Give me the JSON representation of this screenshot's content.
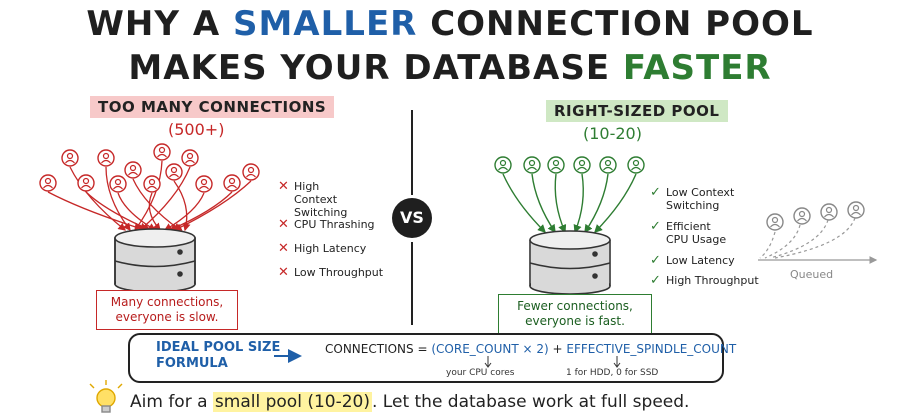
{
  "title": {
    "line1_prefix": "WHY A ",
    "line1_accent": "SMALLER",
    "line1_suffix": " CONNECTION POOL",
    "line2_prefix": "MAKES YOUR DATABASE ",
    "line2_accent": "FASTER"
  },
  "left": {
    "banner": "TOO MANY CONNECTIONS",
    "count": "(500+)",
    "problems": [
      "High Context Switching",
      "CPU Thrashing",
      "High Latency",
      "Low Throughput"
    ],
    "caption_line1": "Many connections,",
    "caption_line2": "everyone is slow."
  },
  "vs": "VS",
  "right": {
    "banner": "RIGHT-SIZED POOL",
    "count": "(10-20)",
    "benefits": [
      "Low Context Switching",
      "Efficient CPU Usage",
      "Low Latency",
      "High Throughput"
    ],
    "caption_line1": "Fewer connections,",
    "caption_line2": "everyone is fast.",
    "queued_label": "Queued"
  },
  "formula": {
    "title_line1": "IDEAL POOL SIZE",
    "title_line2": "FORMULA",
    "lhs": "CONNECTIONS =",
    "term1": "(CORE_COUNT × 2)",
    "plus": "+",
    "term2": "EFFECTIVE_SPINDLE_COUNT",
    "note1": "your CPU cores",
    "note2": "1 for HDD, 0 for SSD"
  },
  "bottom": {
    "prefix": "Aim for a ",
    "highlight": "small pool (10-20)",
    "suffix": ". Let the database work at full speed."
  },
  "colors": {
    "red": "#c62828",
    "green": "#2e7d32",
    "blue": "#1f5fa8",
    "highlight": "#fff3a0"
  }
}
